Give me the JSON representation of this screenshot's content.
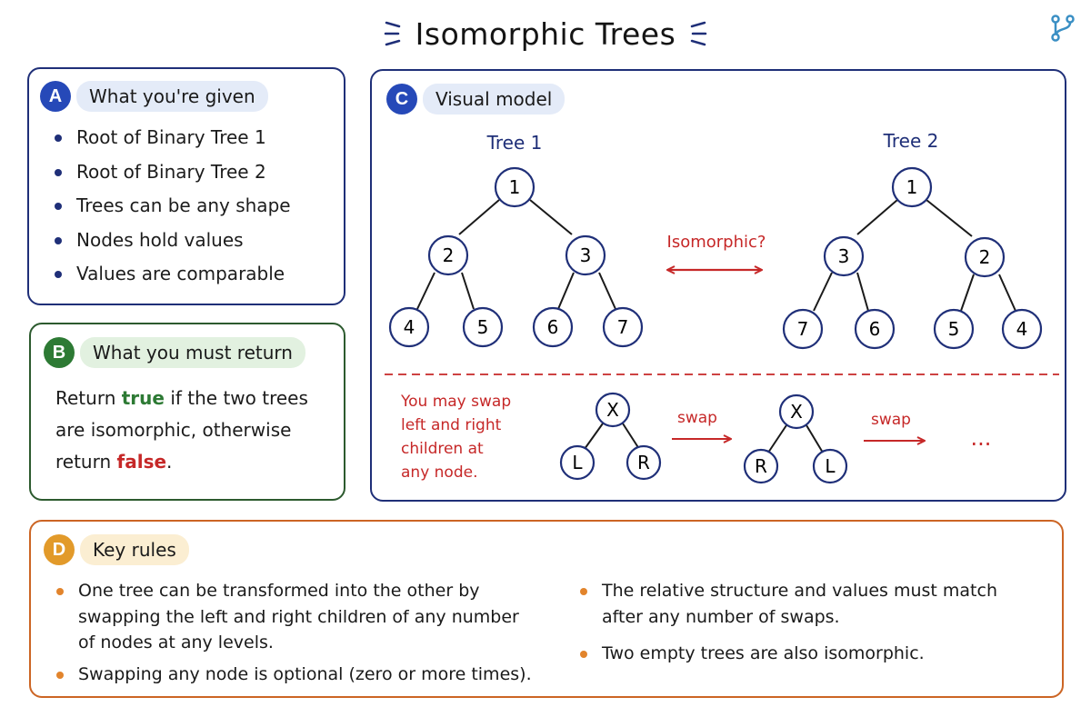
{
  "title": "Isomorphic Trees",
  "colors": {
    "navy": "#1f2f78",
    "green": "#2d7a34",
    "orange": "#cc6524",
    "red": "#c62828"
  },
  "corner_icon": "branch-icon",
  "panel_a": {
    "badge": "A",
    "label": "What you're given",
    "items": [
      "Root of Binary Tree 1",
      "Root of Binary Tree 2",
      "Trees can be any shape",
      "Nodes hold values",
      "Values are comparable"
    ]
  },
  "panel_b": {
    "badge": "B",
    "label": "What you must return",
    "text_1": "Return ",
    "true_word": "true",
    "text_2": " if the two trees are isomorphic, otherwise return ",
    "false_word": "false",
    "text_3": "."
  },
  "panel_c": {
    "badge": "C",
    "label": "Visual model",
    "tree1_title": "Tree 1",
    "tree2_title": "Tree 2",
    "tree1_nodes": [
      "1",
      "2",
      "3",
      "4",
      "5",
      "6",
      "7"
    ],
    "tree2_nodes": [
      "1",
      "3",
      "2",
      "7",
      "6",
      "5",
      "4"
    ],
    "arrow_label": "Isomorphic?",
    "swap_note": [
      "You may swap",
      "left and right",
      "children at",
      "any node."
    ],
    "swap_label": "swap",
    "swap_tree_a": [
      "X",
      "L",
      "R"
    ],
    "swap_tree_b": [
      "X",
      "R",
      "L"
    ],
    "ellipsis": "..."
  },
  "panel_d": {
    "badge": "D",
    "label": "Key rules",
    "rules_left": [
      "One tree can be transformed into the other by swapping the left and right children of any number of nodes at any levels.",
      "Swapping any node is optional (zero or more times)."
    ],
    "rules_right": [
      "The relative structure and values must match after any number of swaps.",
      "Two empty trees are also isomorphic."
    ]
  }
}
